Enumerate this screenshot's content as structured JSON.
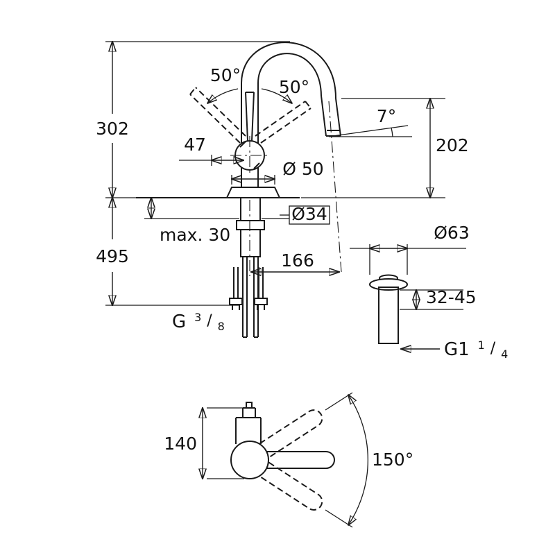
{
  "drawing": {
    "main": {
      "dim_height_above_deck": "302",
      "dim_height_total": "495",
      "angle_lever_left": "50°",
      "angle_lever_right": "50°",
      "dim_lever_offset": "47",
      "angle_spout": "7°",
      "dim_spout_height": "202",
      "dia_base": "Ø 50",
      "dia_hole": "Ø34",
      "dim_max_deck": "max. 30",
      "dim_reach": "166",
      "thread": {
        "prefix": "G",
        "numerator": "3",
        "slash": "/",
        "denominator": "8"
      }
    },
    "drain": {
      "dia_flange": "Ø63",
      "dim_clamp_range": "32-45",
      "thread": {
        "prefix": "G1",
        "numerator": "1",
        "slash": "/",
        "denominator": "4"
      }
    },
    "front": {
      "dim_body": "140",
      "angle_swivel": "150°"
    }
  }
}
